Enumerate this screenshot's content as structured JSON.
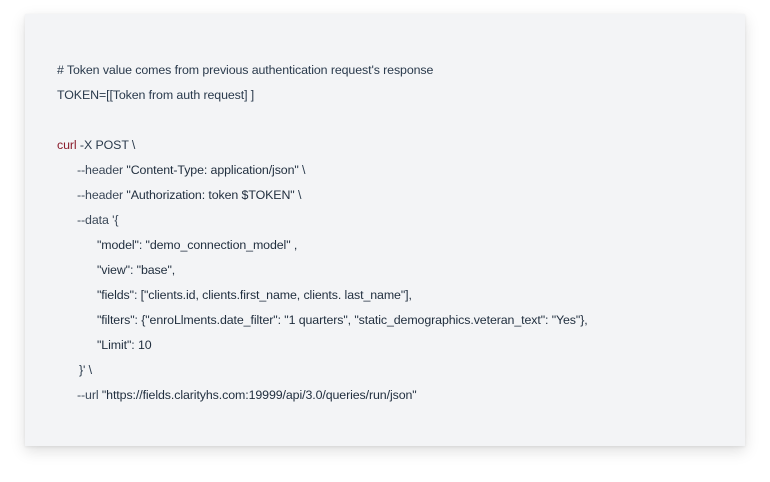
{
  "code": {
    "comment": "# Token value comes from previous authentication request's response",
    "token_line": "TOKEN=[[Token from auth request] ]",
    "curl_keyword": "curl",
    "curl_rest": " -X POST \\",
    "header1_flag": "--header ",
    "header1_value": "\"Content-Type: application/json\"",
    "header1_tail": " \\",
    "header2_flag": "--header ",
    "header2_value": "\"Authorization: token $TOKEN\"",
    "header2_tail": " \\",
    "data_open": "--data '{",
    "model_key": "\"model\"",
    "model_sep": ": ",
    "model_value": "\"demo_connection_model\" ,",
    "view_key": "\"view\"",
    "view_sep": ": ",
    "view_value": "\"base\",",
    "fields_key": "\"fields\"",
    "fields_sep": ": ",
    "fields_value": "[\"clients.id, clients.first_name, clients. last_name\"],",
    "filters_key": "\"filters\"",
    "filters_sep": ": ",
    "filters_value": "{\"enroLlments.date_filter\": \"1 quarters\", \"static_demographics.veteran_text\": \"Yes\"},",
    "limit_key": "\"Limit\"",
    "limit_sep": ": ",
    "limit_value": "10",
    "data_close": "}' \\",
    "url_flag": "--url ",
    "url_value": "\"https://fields.clarityhs.com:19999/api/3.0/queries/run/json\""
  },
  "colors": {
    "keyword": "#8b1c2c",
    "text": "#2a3a4c",
    "card_background": "#f3f4f6"
  }
}
